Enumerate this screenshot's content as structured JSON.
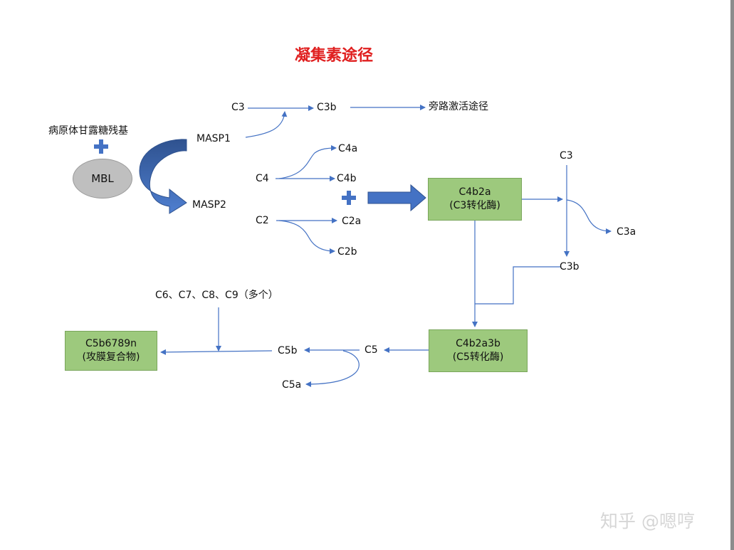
{
  "title": "凝集素途径",
  "labels": {
    "pathogen": "病原体甘露糖残基",
    "mbl": "MBL",
    "masp1": "MASP1",
    "masp2": "MASP2",
    "c3_top": "C3",
    "c3b_top": "C3b",
    "alt_pathway": "旁路激活途径",
    "c4": "C4",
    "c4a": "C4a",
    "c4b": "C4b",
    "c2": "C2",
    "c2a": "C2a",
    "c2b": "C2b",
    "c3_right": "C3",
    "c3a": "C3a",
    "c3b_right": "C3b",
    "c5": "C5",
    "c5b": "C5b",
    "c5a": "C5a",
    "c6_c9": "C6、C7、C8、C9（多个）"
  },
  "boxes": {
    "c3_convertase": {
      "line1": "C4b2a",
      "line2": "(C3转化酶)"
    },
    "c5_convertase": {
      "line1": "C4b2a3b",
      "line2": "(C5转化酶)"
    },
    "mac": {
      "line1": "C5b6789n",
      "line2": "(攻膜复合物)"
    }
  },
  "watermark": "知乎 @嗯哼",
  "colors": {
    "arrow": "#4472c4",
    "box_fill": "#9dc97d",
    "title": "#e02020"
  }
}
